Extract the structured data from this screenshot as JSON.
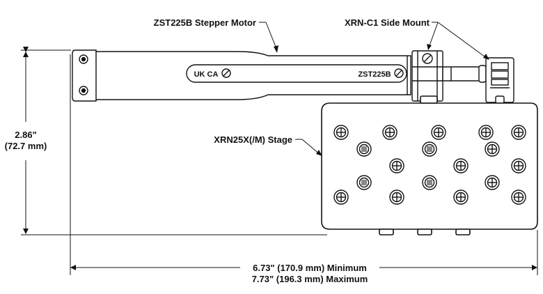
{
  "labels": {
    "motor": "ZST225B Stepper Motor",
    "mount": "XRN-C1 Side Mount",
    "stage": "XRN25X(/M) Stage",
    "motor_marking": "ZST225B",
    "uk_mark": "UK CA"
  },
  "dimensions": {
    "height_in": "2.86\"",
    "height_mm": "(72.7 mm)",
    "width_min": "6.73\" (170.9 mm) Minimum",
    "width_max": "7.73\" (196.3 mm) Maximum"
  },
  "colors": {
    "line": "#111111",
    "motor_body": "#ffffff",
    "stage_fill": "#ffffff"
  }
}
